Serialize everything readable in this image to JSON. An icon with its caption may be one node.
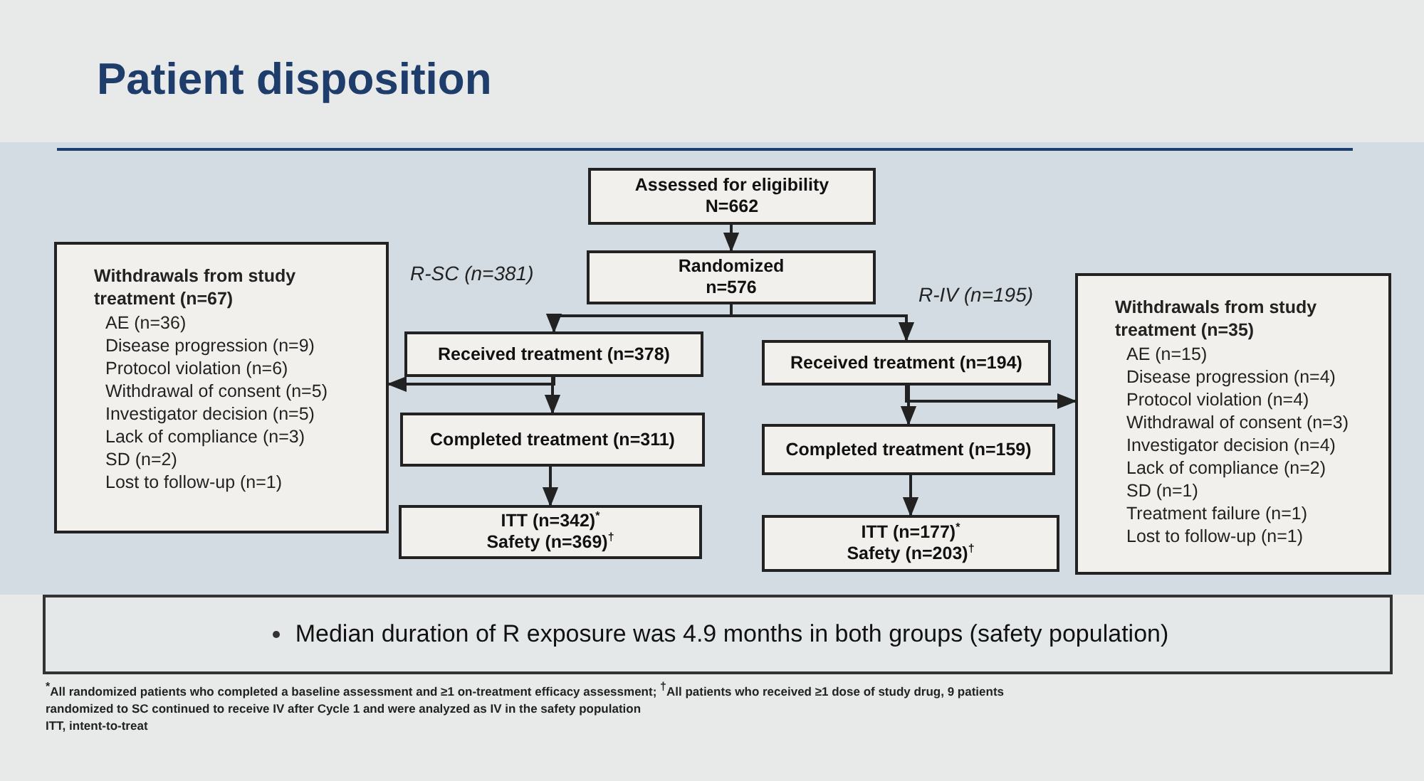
{
  "diagram": {
    "title": "Patient disposition",
    "nodes": [
      {
        "text": [
          "Assessed for eligibility",
          "N=662"
        ]
      },
      {
        "text": [
          "Randomized",
          "n=576"
        ]
      },
      {
        "text": [
          "Received treatment (n=378)"
        ]
      },
      {
        "text": [
          "Received treatment (n=194)"
        ]
      },
      {
        "text": [
          "Completed treatment (n=311)"
        ]
      },
      {
        "text": [
          "Completed treatment (n=159)"
        ]
      },
      {
        "text": [
          "ITT (n=342)$^{*}$",
          "Safety (n=369)$^{†}$"
        ]
      },
      {
        "text": [
          "ITT (n=177)$^{*}$",
          "Safety (n=203)$^{†}$"
        ]
      },
      {
        "text": [
          "Withdrawals from study treatment (n=67)",
          "AE (n=36)",
          "Disease progression (n=9)",
          "Protocol violation (n=6)",
          "Withdrawal of consent (n=5)",
          "Investigator decision (n=5)",
          "Lack of compliance (n=3)",
          "SD (n=2)",
          "Lost to follow-up (n=1)"
        ]
      },
      {
        "text": [
          "Withdrawals from study treatment (n=35)",
          "AE (n=15)",
          "Disease progression (n=4)",
          "Protocol violation (n=4)",
          "Withdrawal of consent (n=3)",
          "Investigator decision (n=4)",
          "Lack of compliance (n=2)",
          "SD (n=1)",
          "Treatment failure (n=1)",
          "Lost to follow-up (n=1)"
        ]
      },
      {
        "text": [
          "Median duration of R exposure was 4.9 months in both groups (safety population)"
        ]
      }
    ],
    "edges": [
      {
        "from": 0,
        "to": 1,
        "arrow": "to"
      },
      {
        "from": 1,
        "to": 2,
        "arrow": "to"
      },
      {
        "from": 1,
        "to": 3,
        "arrow": "to"
      },
      {
        "from": 2,
        "to": 4,
        "arrow": "to"
      },
      {
        "from": 2,
        "to": 8,
        "arrow": "to"
      },
      {
        "from": 3,
        "to": 5,
        "arrow": "to"
      },
      {
        "from": 3,
        "to": 9,
        "arrow": "to"
      },
      {
        "from": 4,
        "to": 6,
        "arrow": "to"
      },
      {
        "from": 5,
        "to": 7,
        "arrow": "to"
      }
    ],
    "labels": [
      "R-SC (n=381)",
      "R-IV (n=195)",
      "$^{*}$All randomized patients who completed a baseline assessment and ≥1 on-treatment efficacy assessment; $^{†}$All patients who received ≥1 dose of study drug, 9 patients randomized to SC continued to receive IV after Cycle 1 and were analyzed as IV in the safety population",
      "ITT, intent-to-treat"
    ]
  }
}
